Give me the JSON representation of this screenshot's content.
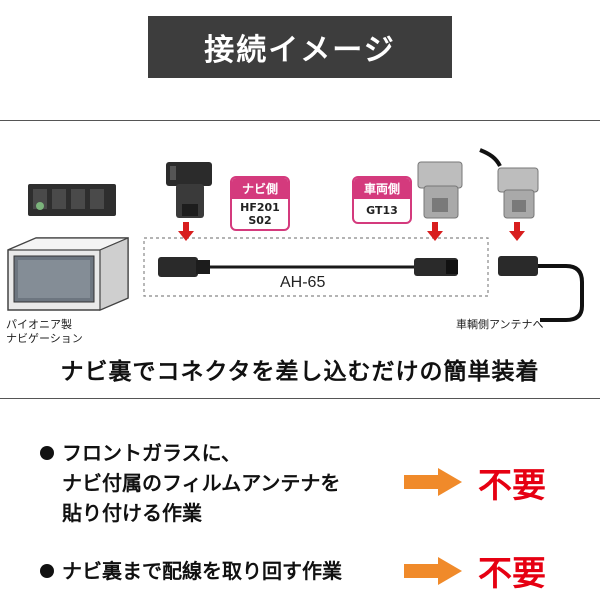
{
  "title": "接続イメージ",
  "diagram": {
    "navi_label": [
      "パイオニア製",
      "ナビゲーション"
    ],
    "navi_tag": {
      "head": "ナビ側",
      "lines": [
        "HF201",
        "S02"
      ]
    },
    "vehicle_tag": {
      "head": "車両側",
      "lines": [
        "GT13"
      ]
    },
    "cable_name": "AH-65",
    "antenna_label": "車輌側アンテナへ"
  },
  "headline": "ナビ裏でコネクタを差し込むだけの簡単装着",
  "items": [
    {
      "lines": [
        "フロントガラスに、",
        "ナビ付属のフィルムアンテナを",
        "貼り付ける作業"
      ],
      "result": "不要"
    },
    {
      "lines": [
        "ナビ裏まで配線を取り回す作業"
      ],
      "result": "不要"
    }
  ],
  "colors": {
    "accent": "#e60012",
    "tag": "#d43a7d",
    "arrow": "#f08a2a",
    "title_bg": "#3d3d3d"
  }
}
